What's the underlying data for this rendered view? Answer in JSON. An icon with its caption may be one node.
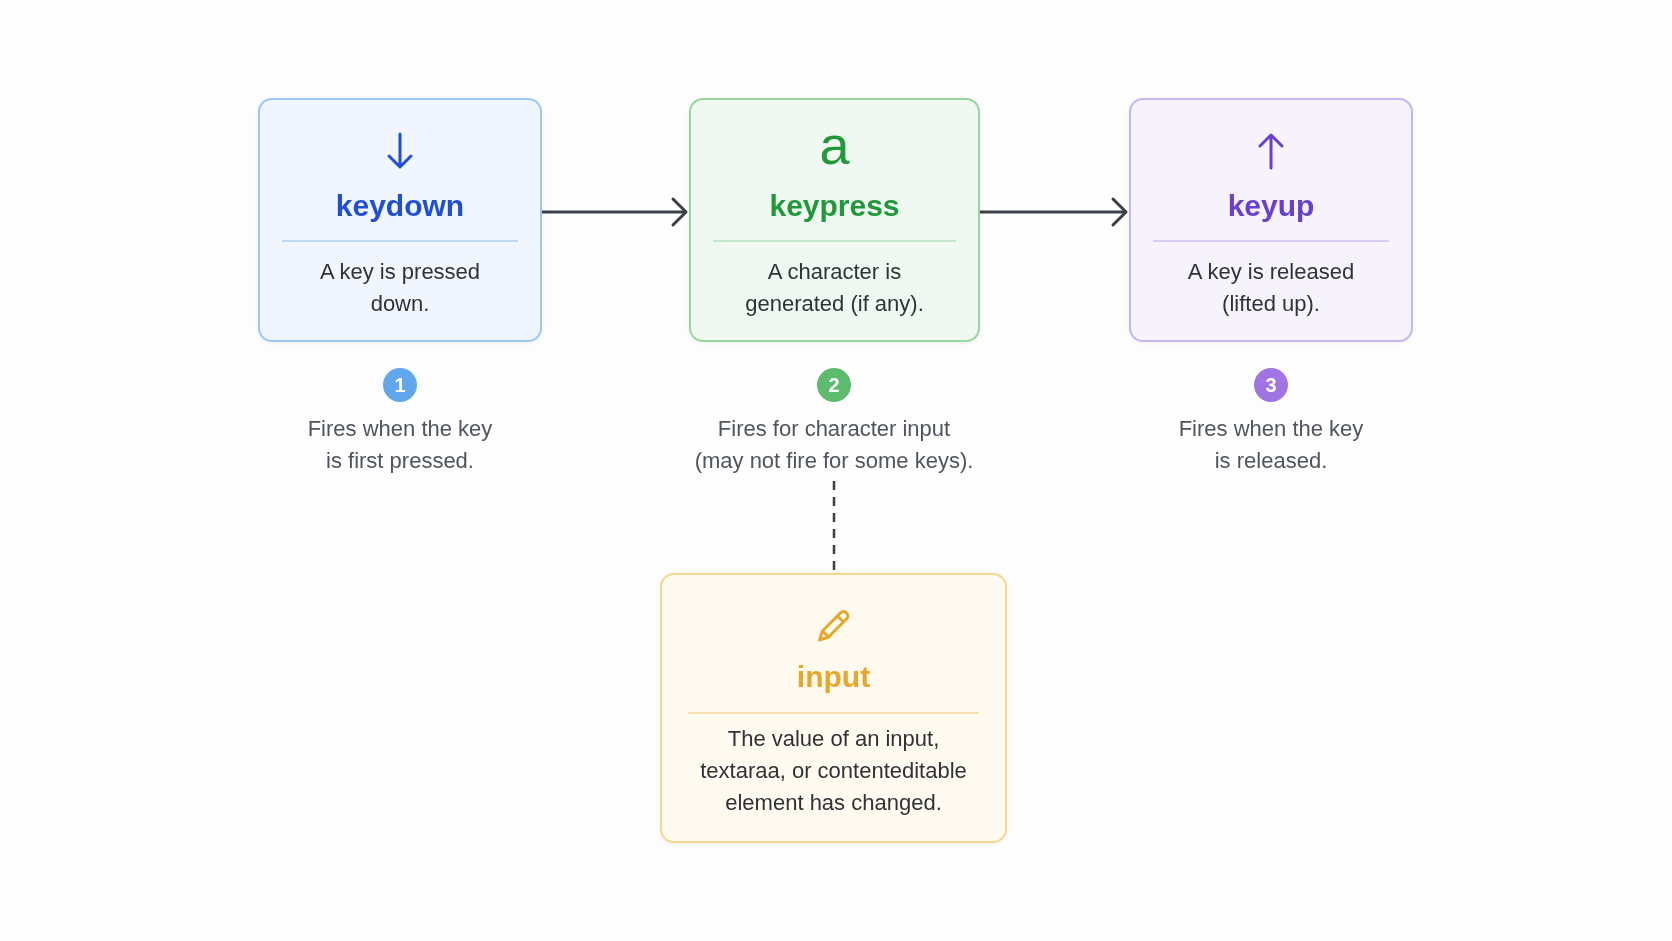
{
  "diagram": {
    "nodes": [
      {
        "text": [
          "keydown",
          "A key is pressed down."
        ]
      },
      {
        "text": [
          "a",
          "keypress",
          "A character is generated (if any)."
        ]
      },
      {
        "text": [
          "keyup",
          "A key is released (lifted up)."
        ]
      },
      {
        "text": [
          "1"
        ],
        "beside": [
          "Fires when the key is first pressed."
        ]
      },
      {
        "text": [
          "2"
        ],
        "beside": [
          "Fires for character input (may not fire for some keys)."
        ]
      },
      {
        "text": [
          "3"
        ],
        "beside": [
          "Fires when the key is released."
        ]
      },
      {
        "text": [
          "input",
          "The value of an input, textaraa, or contenteditable element has changed."
        ]
      }
    ],
    "edges": [
      {
        "from": 0,
        "to": 1,
        "arrow": "to"
      },
      {
        "from": 1,
        "to": 2,
        "arrow": "to"
      },
      {
        "from": 4,
        "to": 6,
        "arrow": "none",
        "style": "dashed"
      }
    ]
  }
}
